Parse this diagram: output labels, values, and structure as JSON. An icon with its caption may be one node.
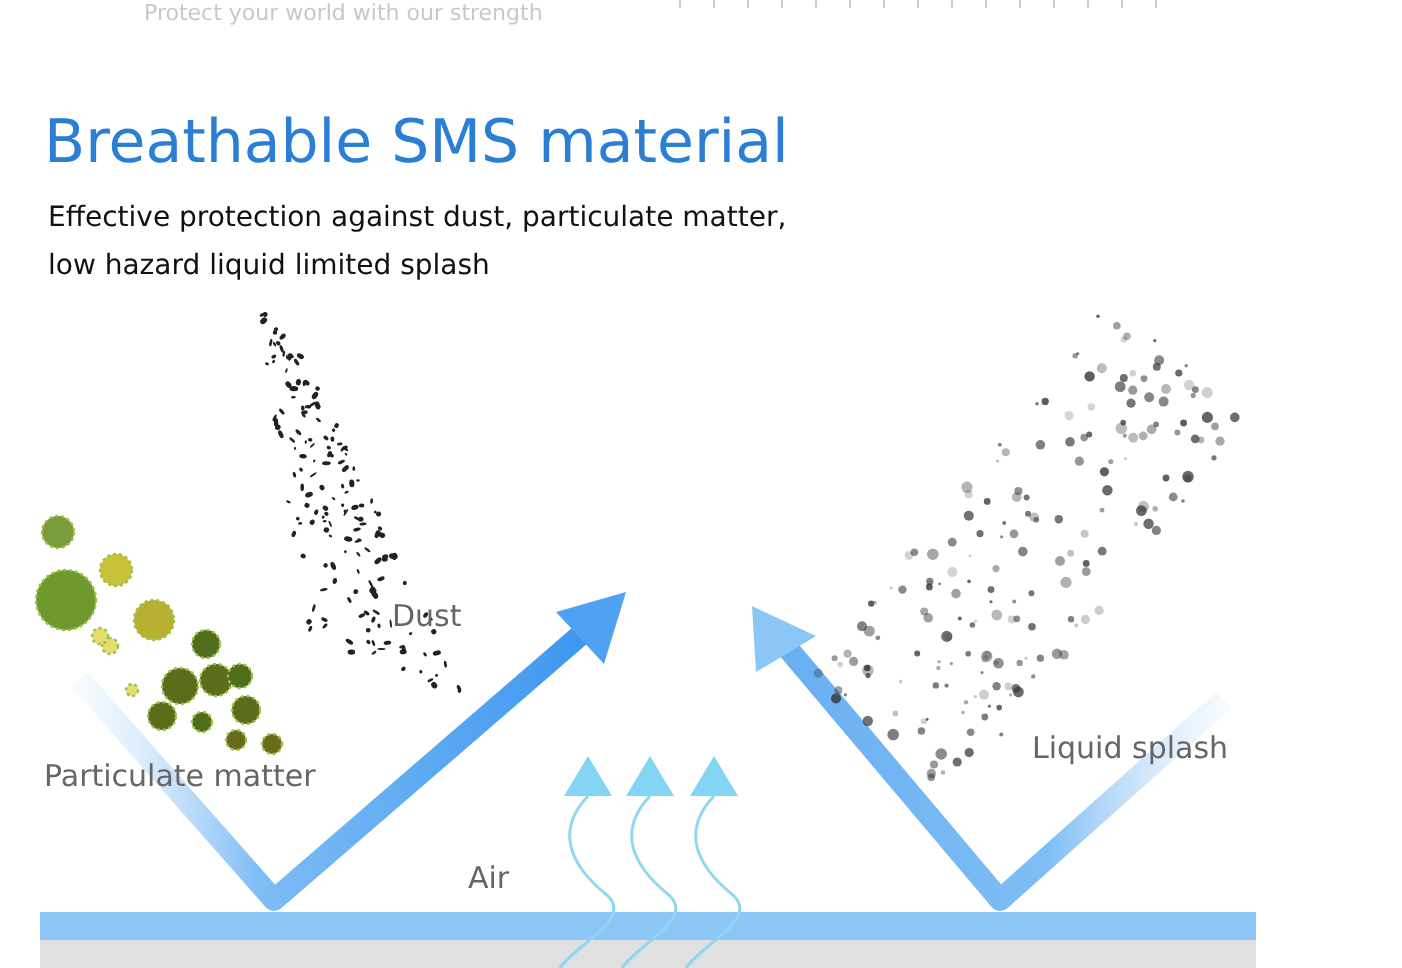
{
  "diagram": {
    "title": "Breathable SMS material",
    "labels": [
      "Protect your world with our strength",
      "Effective protection against dust, particulate matter, low hazard liquid limited splash",
      "Dust",
      "Particulate matter",
      "Air",
      "Liquid splash"
    ]
  }
}
